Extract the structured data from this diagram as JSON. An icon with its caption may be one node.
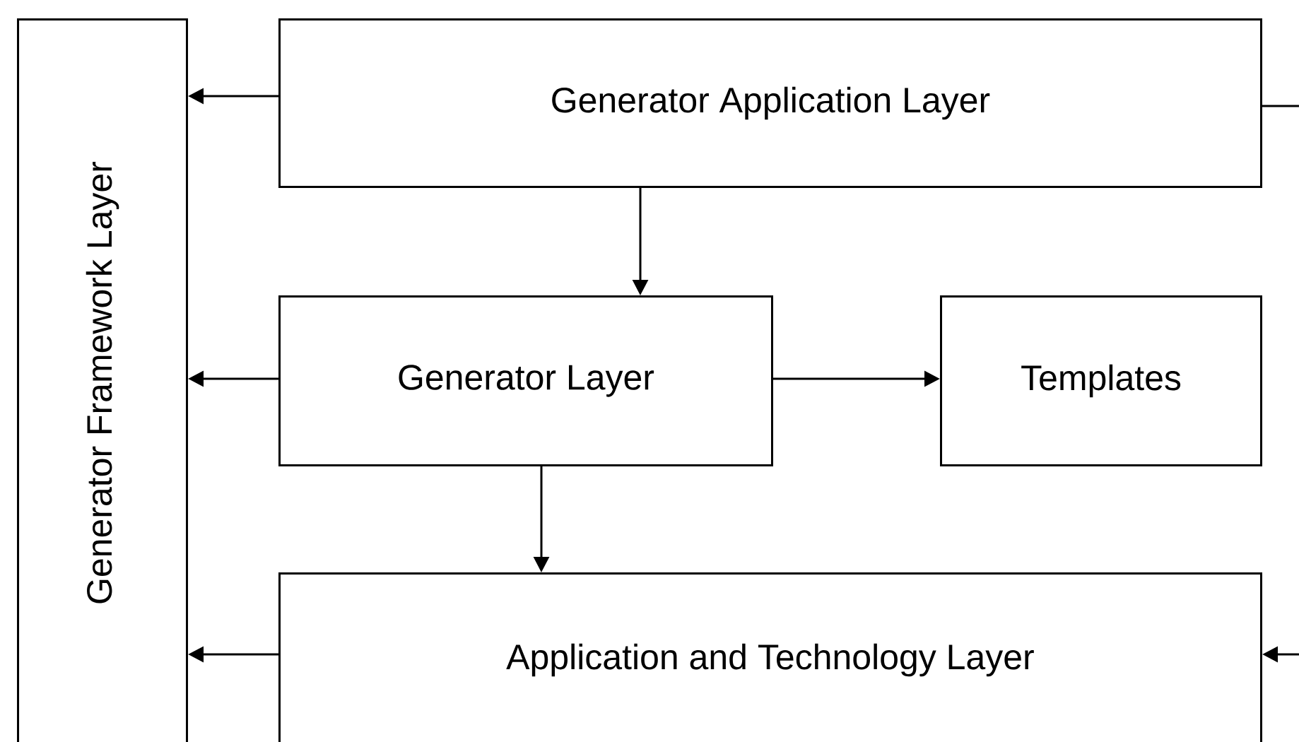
{
  "diagram": {
    "nodes": [
      {
        "text": [
          "Generator Framework Layer"
        ]
      },
      {
        "text": [
          "Generator Application Layer"
        ]
      },
      {
        "text": [
          "Generator Layer"
        ]
      },
      {
        "text": [
          "Templates"
        ]
      },
      {
        "text": [
          "Application and Technology Layer"
        ]
      }
    ],
    "edges": [
      {
        "from": 1,
        "to": 0,
        "arrow": "to"
      },
      {
        "from": 1,
        "to": 2,
        "arrow": "to"
      },
      {
        "from": 2,
        "to": 0,
        "arrow": "to"
      },
      {
        "from": 2,
        "to": 3,
        "arrow": "to"
      },
      {
        "from": 2,
        "to": 4,
        "arrow": "to"
      },
      {
        "from": 4,
        "to": 0,
        "arrow": "to"
      },
      {
        "from": 1,
        "to": null,
        "arrow": "none"
      },
      {
        "from": null,
        "to": 4,
        "arrow": "to"
      }
    ]
  }
}
